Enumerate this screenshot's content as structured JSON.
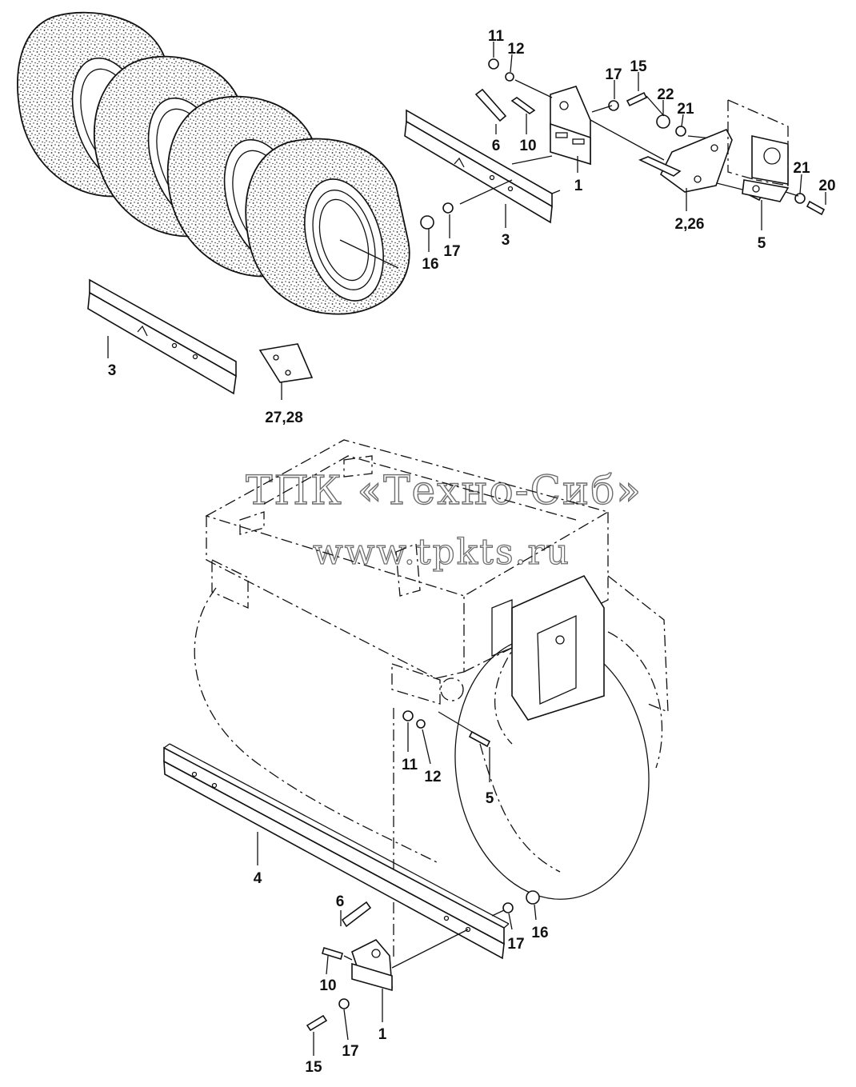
{
  "watermark": {
    "company": "ТПК «Техно-Сиб»",
    "url": "www.tpkts.ru"
  },
  "callouts": {
    "c11_top": "11",
    "c12_top": "12",
    "c6_top": "6",
    "c10_top": "10",
    "c1_top": "1",
    "c17_top_a": "17",
    "c15_top": "15",
    "c22": "22",
    "c21_a": "21",
    "c21_b": "21",
    "c20": "20",
    "c2_26": "2,26",
    "c5_top": "5",
    "c3_a": "3",
    "c16_top": "16",
    "c17_top_b": "17",
    "c3_b": "3",
    "c27_28": "27,28",
    "c11_mid": "11",
    "c12_mid": "12",
    "c5_mid": "5",
    "c4": "4",
    "c6_bot": "6",
    "c16_bot": "16",
    "c17_bot_a": "17",
    "c10_bot": "10",
    "c1_bot": "1",
    "c15_bot": "15",
    "c17_bot_b": "17"
  }
}
